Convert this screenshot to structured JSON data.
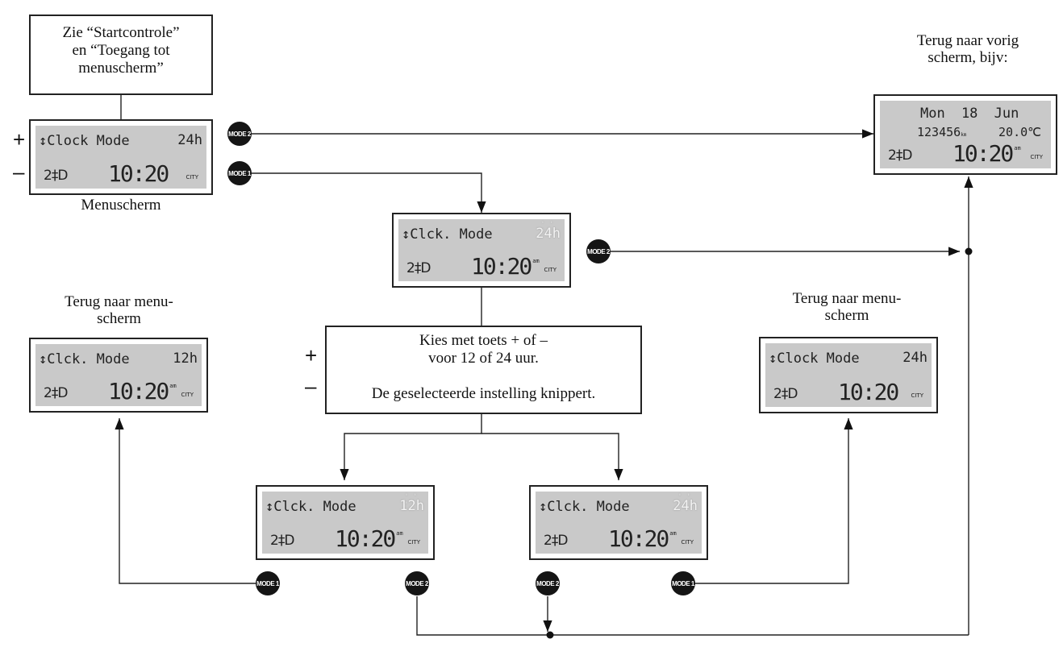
{
  "start_box": {
    "lines": [
      "Zie “Startcontrole”",
      "en “Toegang tot",
      "menuscherm”"
    ]
  },
  "captions": {
    "menuscherm": "Menuscherm",
    "back_previous": [
      "Terug naar vorig",
      "scherm, bijv:"
    ],
    "back_menu_left": [
      "Terug naar menu-",
      "scherm"
    ],
    "back_menu_right": [
      "Terug naar menu-",
      "scherm"
    ]
  },
  "instruction_box": {
    "lines": [
      "Kies met toets + of –",
      "voor 12 of 24 uur.",
      "",
      "De geselecteerde instelling knippert."
    ]
  },
  "signs": {
    "plus": "+",
    "minus": "–"
  },
  "buttons": {
    "mode1": "MODE 1",
    "mode2": "MODE 2"
  },
  "screens": {
    "menu": {
      "title": "↕Clock Mode",
      "badge": "24h",
      "trip": "2‡D",
      "time": "10:20",
      "am": "",
      "city": "CITY"
    },
    "clck_24_flash": {
      "title": "↕Clck. Mode",
      "badge": "24h",
      "trip": "2‡D",
      "time": "10:20",
      "am": "am",
      "city": "CITY"
    },
    "left_12": {
      "title": "↕Clck. Mode",
      "badge": "12h",
      "trip": "2‡D",
      "time": "10:20",
      "am": "am",
      "city": "CITY"
    },
    "right_24": {
      "title": "↕Clock Mode",
      "badge": "24h",
      "trip": "2‡D",
      "time": "10:20",
      "am": "",
      "city": "CITY"
    },
    "flash_12": {
      "title": "↕Clck. Mode",
      "badge": "12h",
      "trip": "2‡D",
      "time": "10:20",
      "am": "am",
      "city": "CITY"
    },
    "flash_24": {
      "title": "↕Clck. Mode",
      "badge": "24h",
      "trip": "2‡D",
      "time": "10:20",
      "am": "am",
      "city": "CITY"
    },
    "previous": {
      "date": "Mon 18 Jun",
      "odo": "123456",
      "odo_unit": "km",
      "temp": "20.0℃",
      "trip": "2‡D",
      "time": "10:20",
      "am": "am",
      "city": "CITY"
    }
  }
}
